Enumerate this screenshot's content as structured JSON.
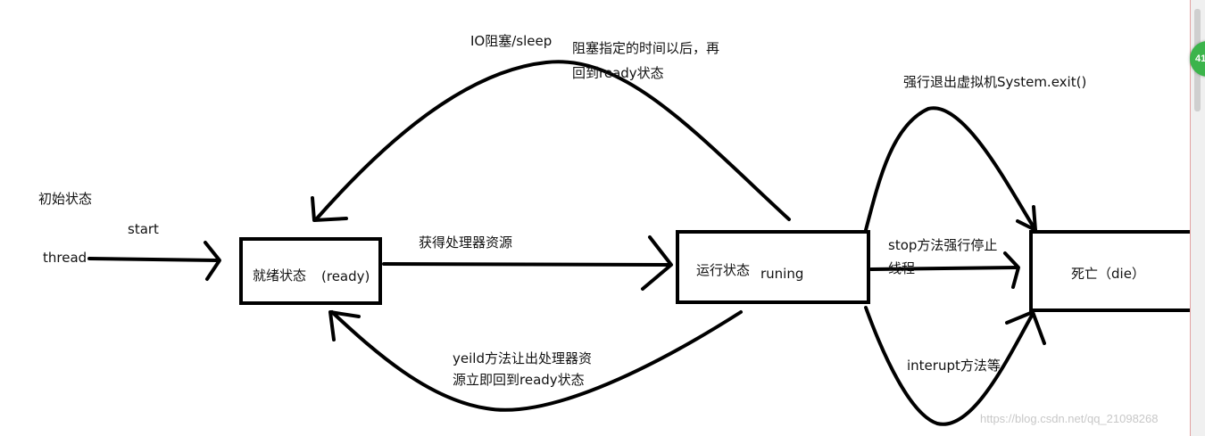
{
  "nodes": {
    "initial": "初始状态",
    "thread": "thread",
    "ready_cn": "就绪状态",
    "ready_en": "(ready)",
    "running_cn": "运行状态",
    "running_en": "runing",
    "dead": "死亡（die）"
  },
  "edges": {
    "start": "start",
    "get_cpu": "获得处理器资源",
    "io_block": "IO阻塞/sleep",
    "block_return": "阻塞指定的时间以后，再回到ready状态",
    "yield": "yeild方法让出处理器资源立即回到ready状态",
    "exit": "强行退出虚拟机System.exit()",
    "stop": "stop方法强行停止线程",
    "interrupt": "interupt方法等"
  },
  "watermark": "https://blog.csdn.net/qq_21098268",
  "badge": "41",
  "colors": {
    "stroke": "#000000",
    "badge": "#3cb44b",
    "background": "#ffffff"
  }
}
